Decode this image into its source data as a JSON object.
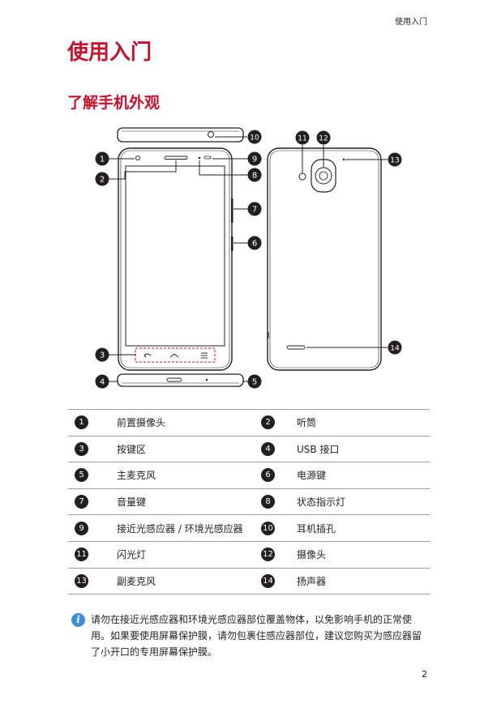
{
  "header": {
    "running_title": "使用入门"
  },
  "page": {
    "chapter_title": "使用入门",
    "section_title": "了解手机外观",
    "number": "2"
  },
  "diagram": {
    "callouts": [
      "1",
      "2",
      "3",
      "4",
      "5",
      "6",
      "7",
      "8",
      "9",
      "10",
      "11",
      "12",
      "13",
      "14"
    ]
  },
  "parts": [
    {
      "num": "1",
      "label": "前置摄像头",
      "num2": "2",
      "label2": "听筒"
    },
    {
      "num": "3",
      "label": "按键区",
      "num2": "4",
      "label2": "USB 接口"
    },
    {
      "num": "5",
      "label": "主麦克风",
      "num2": "6",
      "label2": "电源键"
    },
    {
      "num": "7",
      "label": "音量键",
      "num2": "8",
      "label2": "状态指示灯"
    },
    {
      "num": "9",
      "label": "接近光感应器 / 环境光感应器",
      "num2": "10",
      "label2": "耳机插孔"
    },
    {
      "num": "11",
      "label": "闪光灯",
      "num2": "12",
      "label2": "摄像头"
    },
    {
      "num": "13",
      "label": "副麦克风",
      "num2": "14",
      "label2": "扬声器"
    }
  ],
  "note": {
    "icon": "info-icon",
    "text": "请勿在接近光感应器和环境光感应器部位覆盖物体，以免影响手机的正常使用。如果要使用屏幕保护膜，请勿包裹住感应器部位，建议您购买为感应器留了小开口的专用屏幕保护膜。"
  },
  "colors": {
    "accent": "#c8102e",
    "info": "#3b8fd6",
    "text": "#231f20"
  }
}
